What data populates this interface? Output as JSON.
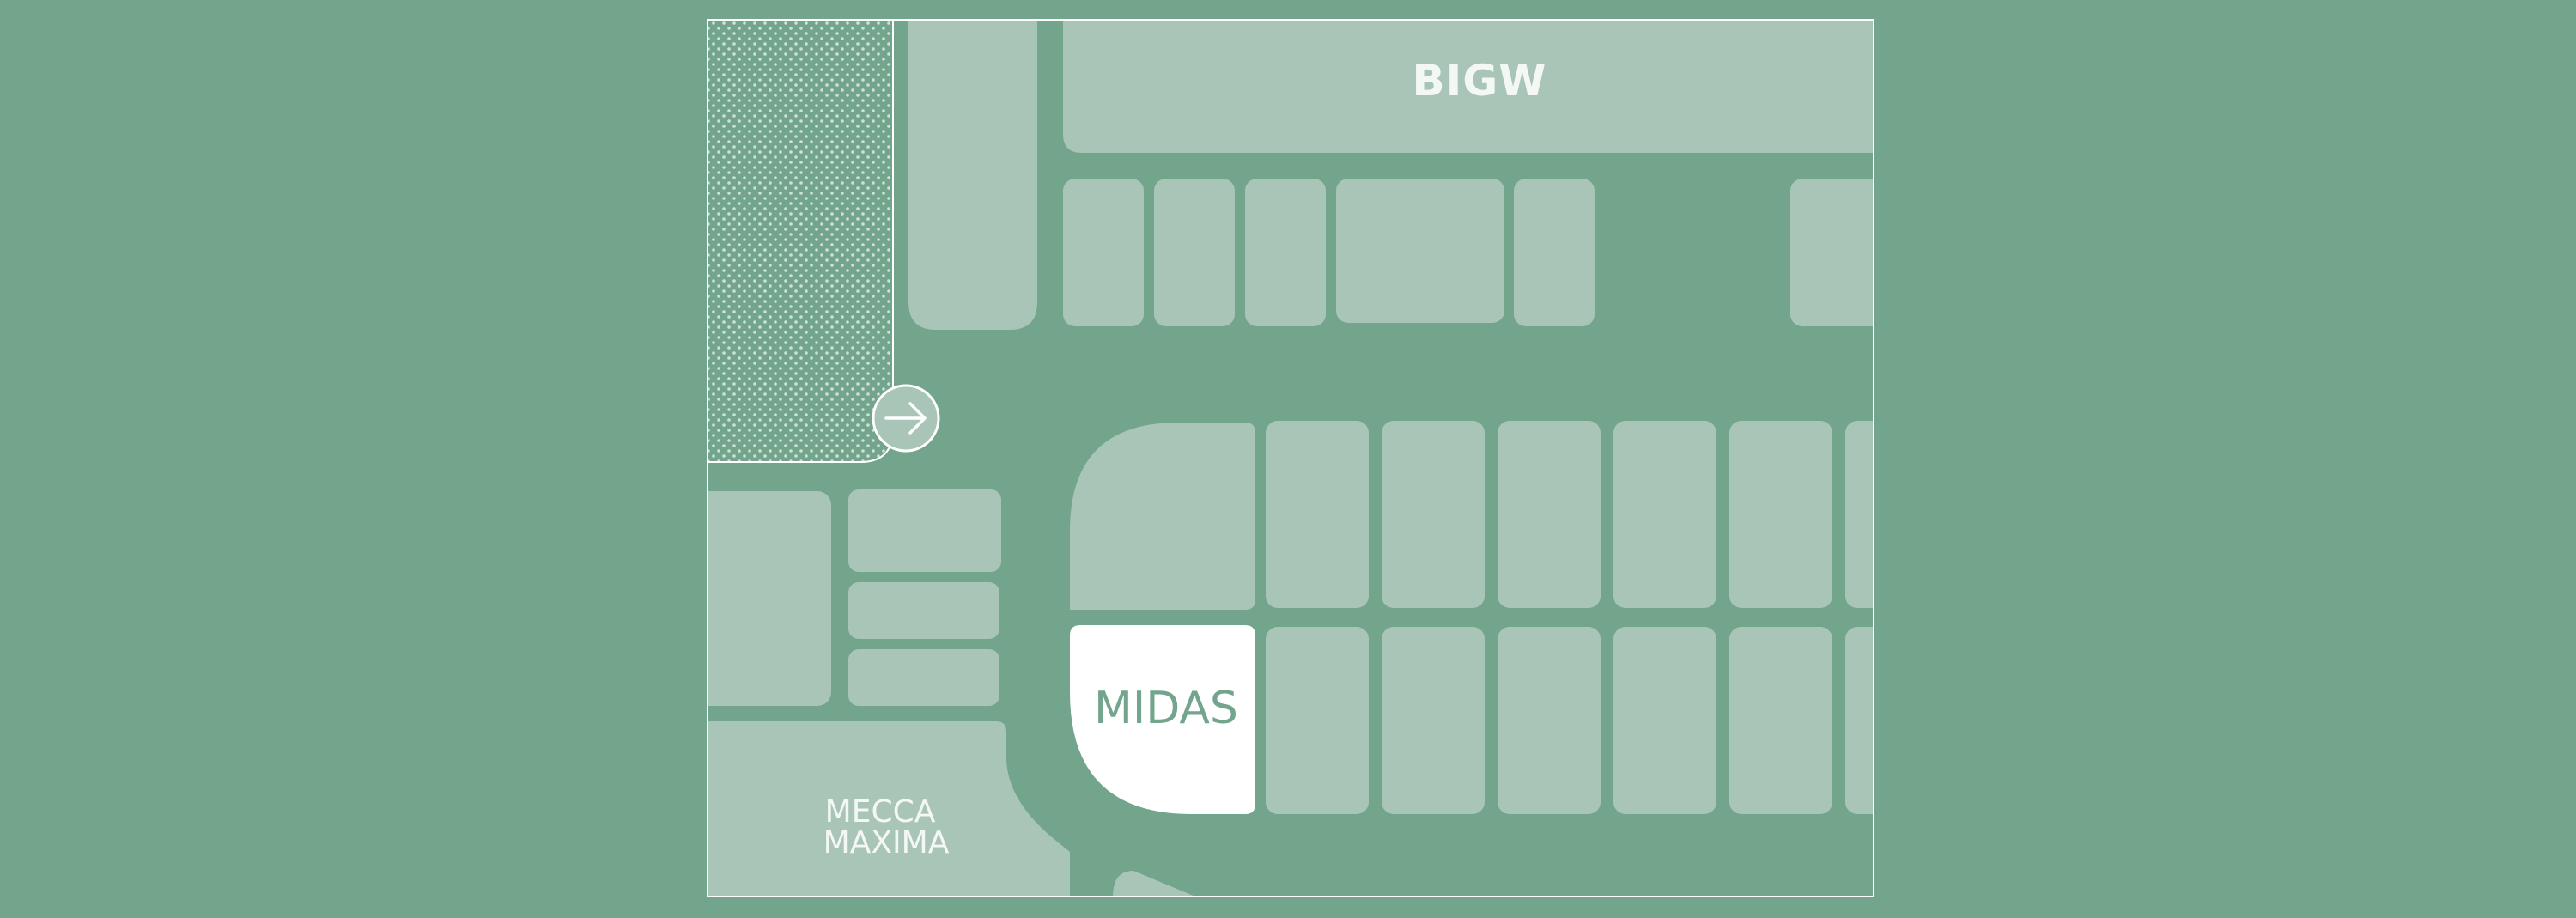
{
  "map": {
    "colors": {
      "background": "#72a58c",
      "shop": "#a9c5b7",
      "highlight": "#ffffff",
      "label_light": "#f4f8f5",
      "label_highlight": "#72a58c",
      "frame": "#ffffff"
    },
    "stores": {
      "anchor_top": "BIGW",
      "highlighted": "MIDAS",
      "bottom_left_line1": "MECCA",
      "bottom_left_line2": "MAXIMA"
    },
    "entrance": {
      "icon": "arrow-right-icon",
      "direction": "right"
    },
    "hatched_zone": {
      "pattern": "dots"
    }
  }
}
